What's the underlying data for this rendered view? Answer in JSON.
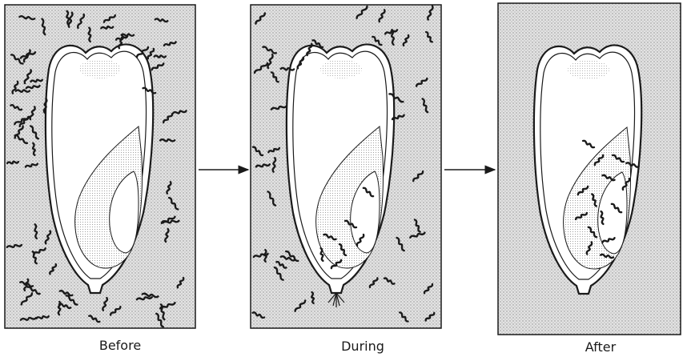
{
  "panels": [
    {
      "label": "Before"
    },
    {
      "label": "During"
    },
    {
      "label": "After"
    }
  ],
  "colors": {
    "background_stipple": "#c9c9c9",
    "seed_stipple": "#9a9a9a",
    "outline": "#1a1a1a",
    "organism": "#1a1a1a"
  }
}
